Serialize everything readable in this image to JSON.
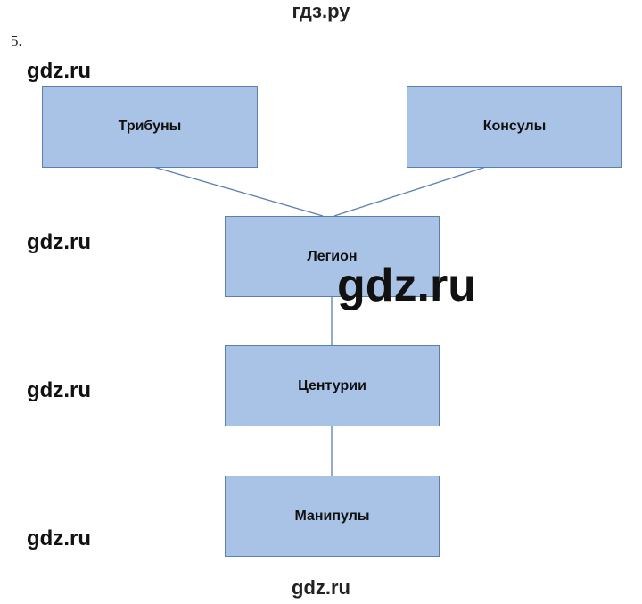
{
  "header": {
    "site": "гдз.ру"
  },
  "task_number": "5.",
  "diagram": {
    "nodes": [
      {
        "id": "tribunes",
        "label": "Трибуны"
      },
      {
        "id": "consuls",
        "label": "Консулы"
      },
      {
        "id": "legion",
        "label": "Легион"
      },
      {
        "id": "centuries",
        "label": "Центурии"
      },
      {
        "id": "maniples",
        "label": "Манипулы"
      }
    ],
    "edges": [
      [
        "tribunes",
        "legion"
      ],
      [
        "consuls",
        "legion"
      ],
      [
        "legion",
        "centuries"
      ],
      [
        "centuries",
        "maniples"
      ]
    ],
    "colors": {
      "fill": "#a9c3e6",
      "border": "#5b7fb0",
      "line": "#5b7fb0"
    }
  },
  "watermark": "gdz.ru",
  "footer": {
    "site": "gdz.ru"
  }
}
